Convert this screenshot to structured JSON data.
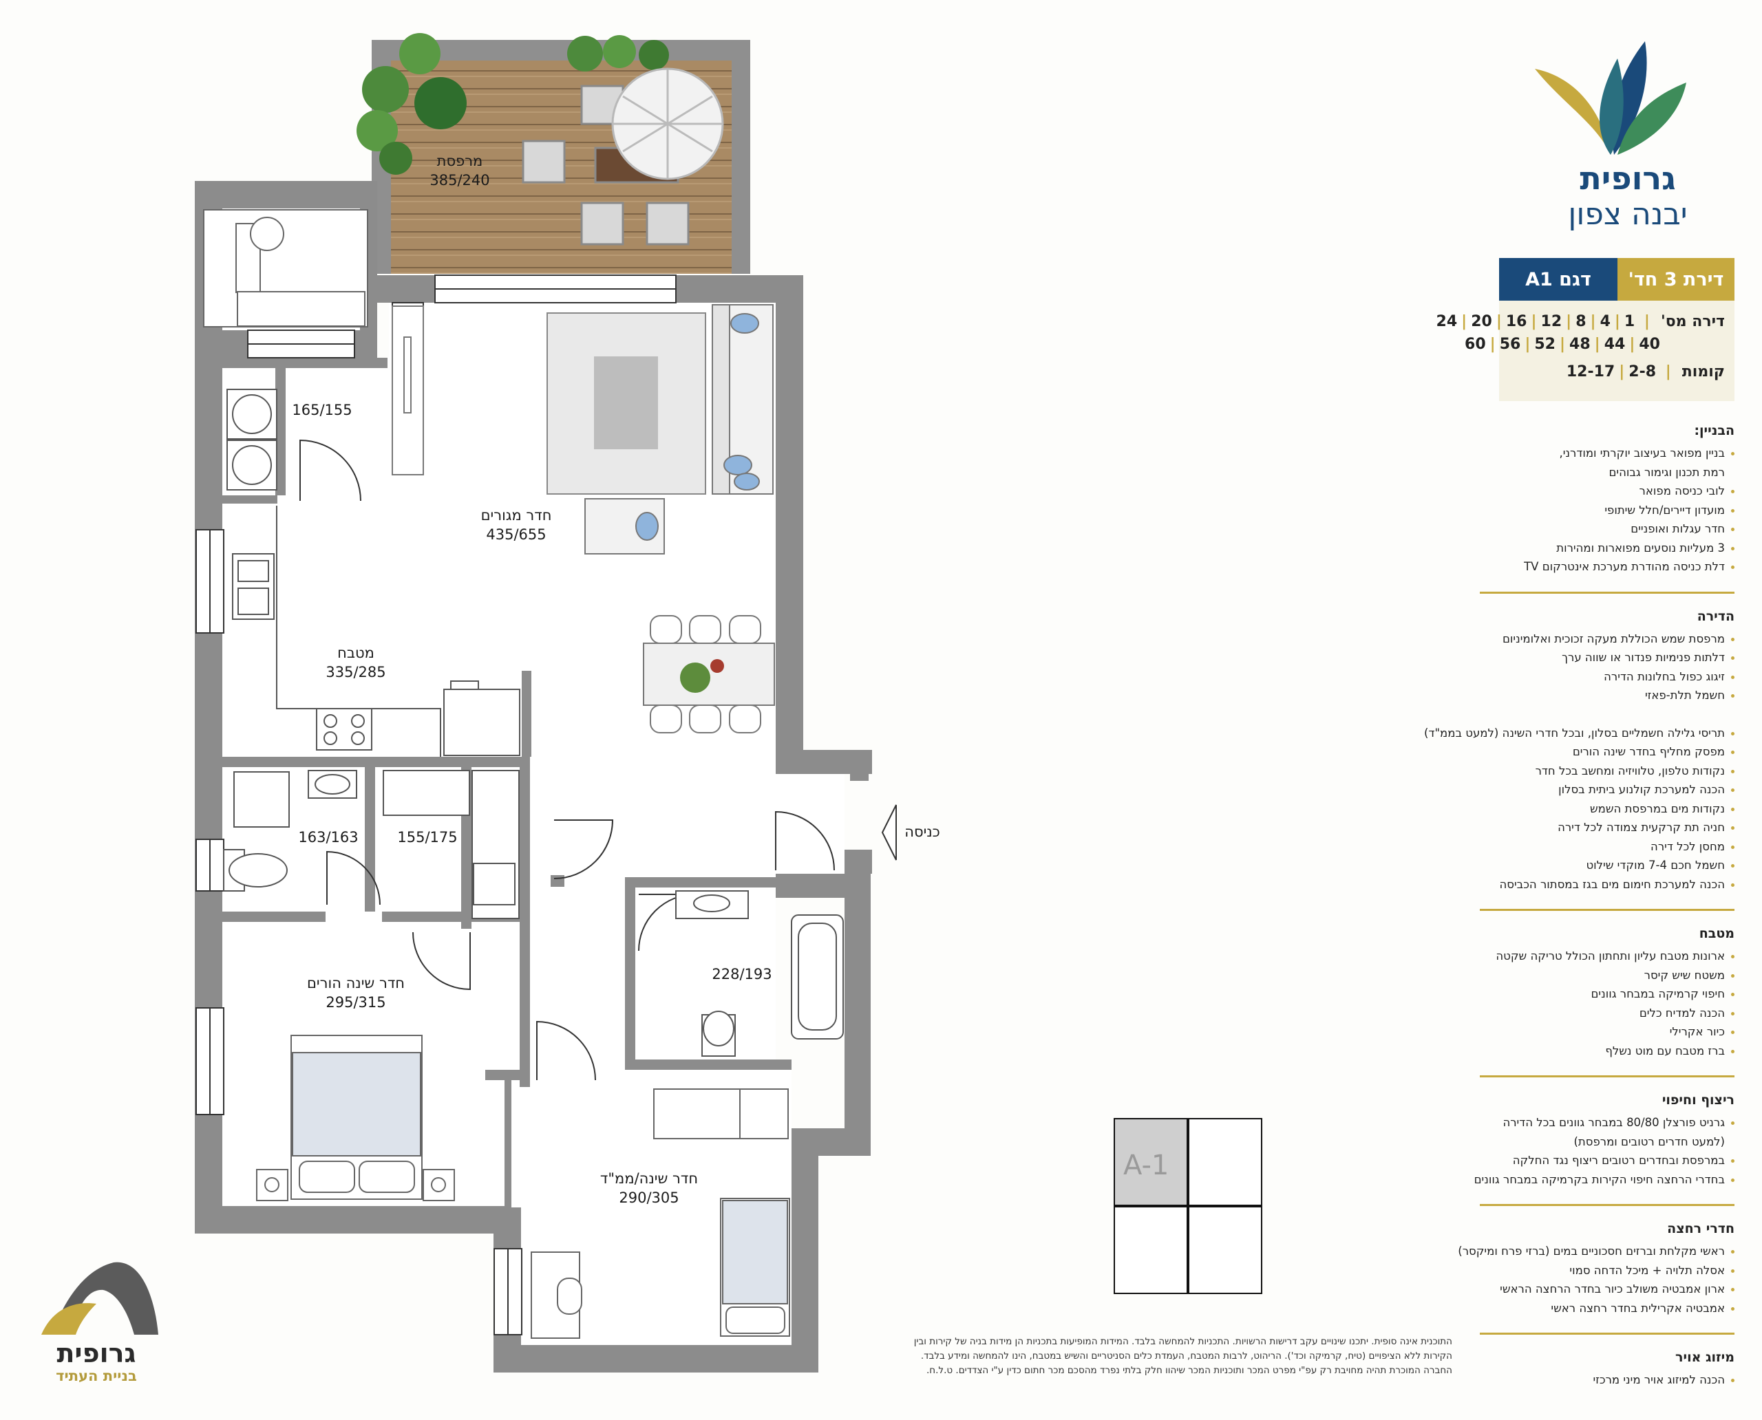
{
  "brand": {
    "name": "גרופית",
    "subtitle": "יבנה צפון",
    "colors": {
      "blue": "#1a4a7a",
      "gold": "#c6a93f",
      "green": "#3e8c5a"
    }
  },
  "model": {
    "title": "דירת 3 חד'",
    "code": "דגם A1",
    "apartment_label": "דירה מס'",
    "apartments_row1": [
      "1",
      "4",
      "8",
      "12",
      "16",
      "20",
      "24"
    ],
    "apartments_row2": [
      "40",
      "44",
      "48",
      "52",
      "56",
      "60"
    ],
    "floors_label": "קומות",
    "floors": [
      "2-8",
      "12-17"
    ]
  },
  "rooms": {
    "balcony": {
      "name": "מרפסת",
      "dims": "385/240"
    },
    "laundry": {
      "name": "",
      "dims": "165/155"
    },
    "living": {
      "name": "חדר מגורים",
      "dims": "435/655"
    },
    "kitchen": {
      "name": "מטבח",
      "dims": "335/285"
    },
    "wc": {
      "name": "",
      "dims": "163/163"
    },
    "closet": {
      "name": "",
      "dims": "155/175"
    },
    "bath": {
      "name": "",
      "dims": "228/193"
    },
    "master": {
      "name": "חדר שינה הורים",
      "dims": "295/315"
    },
    "mamad": {
      "name": "חדר שינה/ממ\"ד",
      "dims": "290/305"
    },
    "entrance": {
      "name": "כניסה",
      "dims": ""
    }
  },
  "specs": [
    {
      "title": "הבניין:",
      "items": [
        [
          "בניין מפואר בעיצוב יוקרתי ומודרני,",
          "רמת תכנון וגימור גבוהים"
        ],
        [
          "לובי כניסה מפואר"
        ],
        [
          "מועדון דיירים/חלל שיתופי"
        ],
        [
          "חדר עגלות ואופניים"
        ],
        [
          "3 מעליות נוסעים מפוארות ומהירות"
        ],
        [
          "דלת כניסה מהודרת מערכת אינטרקום TV"
        ]
      ]
    },
    {
      "title": "הדירה",
      "items": [
        [
          "מרפסת שמש הכוללת מעקה זכוכית ואלומיניום"
        ],
        [
          "דלתות פנימיות פנדור או שווה ערך"
        ],
        [
          "זיגוג כפול בחלונות הדירה"
        ],
        [
          "חשמל תלת-פאזי"
        ],
        [],
        [
          "תריסי גלילה חשמליים בסלון, ובכל חדרי השינה (למעט בממ\"ד)"
        ],
        [
          "מפסק מחליף בחדר שינה הורים"
        ],
        [
          "נקודות טלפון, טלוויזיה ומחשב בכל חדר"
        ],
        [
          "הכנה למערכת קולנוע ביתית בסלון"
        ],
        [
          "נקודות מים במרפסת השמש"
        ],
        [
          "חניה תת קרקעית צמודה לכל דירה"
        ],
        [
          "מחסן לכל דירה"
        ],
        [
          "חשמל חכם 7-4 מוקדי שילוט"
        ],
        [
          "הכנה למערכת חימום מים בגז במסתור הכביסה"
        ]
      ]
    },
    {
      "title": "מטבח",
      "items": [
        [
          "ארונות מטבח עליון ותחתון הכולל טריקה שקטה"
        ],
        [
          "משטח שיש קיסר"
        ],
        [
          "חיפוי קרמיקה במבחר גוונים"
        ],
        [
          "הכנה למדיח כלים"
        ],
        [
          "כיור אקרילי"
        ],
        [
          "ברז מטבח עם מוט נשלף"
        ]
      ]
    },
    {
      "title": "ריצוף וחיפוי",
      "items": [
        [
          "גרניט פורצלן 80/80 במבחר גוונים בכל הדירה",
          "(למעט חדרים רטובים ומרפסת)"
        ],
        [
          "במרפסת ובחדרים רטובים ריצוף נגד החלקה"
        ],
        [
          "בחדרי הרחצה חיפוי הקירות בקרמיקה במבחר גוונים"
        ]
      ]
    },
    {
      "title": "חדרי רחצה",
      "items": [
        [
          "ראשי מקלחת וברזים חסכוניים במים (ברזי פרח ומיקסר)"
        ],
        [
          "אסלה תלויה + מיכל הדחה סמוי"
        ],
        [
          "ארון אמבטיה משולב כיור בחדר הרחצה הראשי"
        ],
        [
          "אמבטיה אקרילית בחדר רחצה ראשי"
        ]
      ]
    },
    {
      "title": "מיזוג אויר",
      "items": [
        [
          "הכנה למיזוג אויר מיני מרכזי"
        ]
      ]
    }
  ],
  "disclaimer": [
    "התוכנית אינה סופית. יתכנו שינויים עקב דרישות הרשויות. התכניות להמחשה בלבד. המידות המופיעות בתכניות הן מידות בניה של קירות ובין",
    "הקירות ללא הציפויים (טיח, קרמיקה וכד'). הריהוט, לרבות המטבח, העמדת כלים הסניטריים והשיש במטבח, הינו להמחשה ומידע בלבד.",
    "החברה המוכרת תהיה מחויבת רק עפ\"י מפרט המכר ותוכניות המכר שיהוו חלק בלתי נפרד מהסכם מכר חתום כדין ע\"י הצדדים. ט.ל.ח."
  ],
  "key_plan": {
    "label": "A-1"
  },
  "bottom_logo": {
    "name": "גרופית",
    "tagline": "בניית העתיד"
  }
}
